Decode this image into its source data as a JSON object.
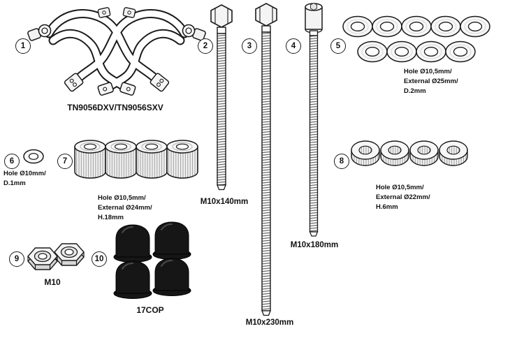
{
  "colors": {
    "ink": "#1a1a1a",
    "background": "#ffffff",
    "cap": "#161616"
  },
  "items": [
    {
      "num": "1",
      "label": "TN9056DXV/TN9056SXV"
    },
    {
      "num": "2",
      "label": "M10x140mm"
    },
    {
      "num": "3",
      "label": "M10x230mm"
    },
    {
      "num": "4",
      "label": "M10x180mm"
    },
    {
      "num": "5",
      "spec": [
        "Hole Ø10,5mm/",
        "External Ø25mm/",
        "D.2mm"
      ]
    },
    {
      "num": "6",
      "spec": [
        "Hole Ø10mm/",
        "D.1mm"
      ]
    },
    {
      "num": "7",
      "spec": [
        "Hole Ø10,5mm/",
        "External Ø24mm/",
        "H.18mm"
      ]
    },
    {
      "num": "8",
      "spec": [
        "Hole Ø10,5mm/",
        "External Ø22mm/",
        "H.6mm"
      ]
    },
    {
      "num": "9",
      "label": "M10"
    },
    {
      "num": "10",
      "label": "17COP"
    }
  ]
}
